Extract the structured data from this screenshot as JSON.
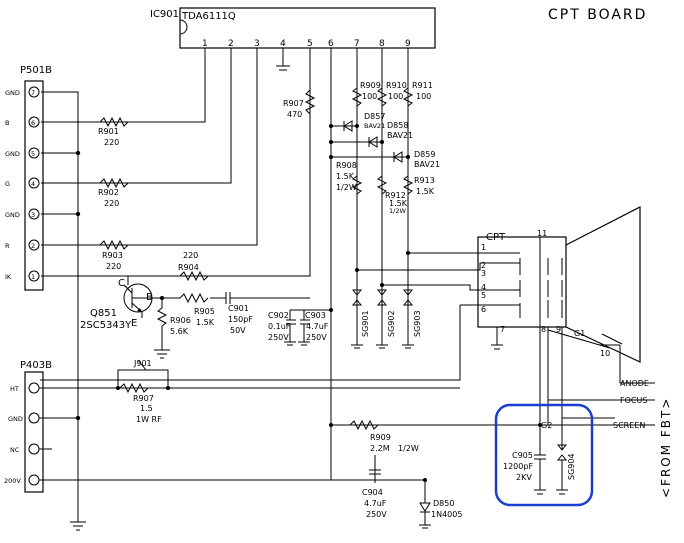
{
  "board_title": "CPT  BOARD",
  "ic": {
    "ref": "IC901",
    "part": "TDA6111Q",
    "pins": [
      "1",
      "2",
      "3",
      "4",
      "5",
      "6",
      "7",
      "8",
      "9"
    ]
  },
  "p501b": {
    "ref": "P501B",
    "pins": [
      "7",
      "6",
      "5",
      "4",
      "3",
      "2",
      "1"
    ],
    "signals": [
      "GND",
      "B",
      "GND",
      "G",
      "GND",
      "R",
      "IK"
    ]
  },
  "p403b": {
    "ref": "P403B",
    "signals": [
      "HT",
      "GND",
      "NC",
      "200V"
    ]
  },
  "resistors": {
    "r901": {
      "ref": "R901",
      "value": "220"
    },
    "r902": {
      "ref": "R902",
      "value": "220"
    },
    "r903": {
      "ref": "R903",
      "value": "220"
    },
    "r904": {
      "ref": "R904",
      "value": "220"
    },
    "r905": {
      "ref": "R905",
      "value": "1.5K"
    },
    "r906": {
      "ref": "R906",
      "value": "5.6K"
    },
    "r907a": {
      "ref": "R907",
      "value": "470"
    },
    "r907b": {
      "ref": "R907",
      "value": "1.5",
      "rating": "1W RF"
    },
    "r908": {
      "ref": "R908",
      "value": "1.5K",
      "rating": "1/2W"
    },
    "r909": {
      "ref": "R909",
      "value": "100"
    },
    "r910": {
      "ref": "R910",
      "value": "100"
    },
    "r911": {
      "ref": "R911",
      "value": "100"
    },
    "r912": {
      "ref": "R912",
      "value": "1.5K",
      "rating": "1/2W"
    },
    "r913": {
      "ref": "R913",
      "value": "1.5K"
    },
    "r909b": {
      "ref": "R909",
      "value": "2.2M",
      "rating": "1/2W"
    }
  },
  "transistor": {
    "ref": "Q851",
    "part": "2SC5343Y",
    "c": "C",
    "b": "B",
    "e": "E"
  },
  "capacitors": {
    "c901": {
      "ref": "C901",
      "value": "150pF",
      "rating": "50V"
    },
    "c902": {
      "ref": "C902",
      "value": "0.1uF",
      "rating": "250V"
    },
    "c903": {
      "ref": "C903",
      "value": "4.7uF",
      "rating": "250V"
    },
    "c904": {
      "ref": "C904",
      "value": "4.7uF",
      "rating": "250V"
    },
    "c905": {
      "ref": "C905",
      "value": "1200pF",
      "rating": "2KV"
    }
  },
  "diodes": {
    "d857": {
      "ref": "D857",
      "part": "BAV21"
    },
    "d858": {
      "ref": "D858",
      "part": "BAV21"
    },
    "d859": {
      "ref": "D859",
      "part": "BAV21"
    },
    "d850": {
      "ref": "D850",
      "part": "1N4005"
    }
  },
  "gaps": [
    "SG901",
    "SG902",
    "SG903",
    "SG904"
  ],
  "jumper": "J901",
  "cpt": {
    "ref": "CPT",
    "pins": [
      "1",
      "2",
      "3",
      "4",
      "5",
      "6",
      "7",
      "8",
      "9",
      "10",
      "11"
    ],
    "g1": "G1",
    "g2": "G2"
  },
  "fbt": {
    "side_label": "<FROM FBT>",
    "lines": [
      "ANODE",
      "FOCUS",
      "SCREEN"
    ]
  }
}
